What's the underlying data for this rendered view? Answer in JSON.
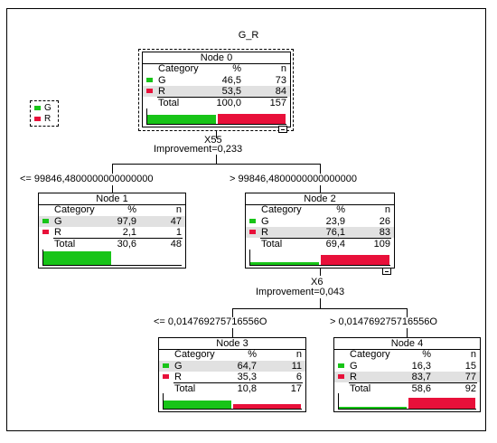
{
  "tree": {
    "title": "G_R",
    "legend": [
      {
        "label": "G",
        "color": "#18c418"
      },
      {
        "label": "R",
        "color": "#e8103a"
      }
    ],
    "colors": {
      "G": "#18c418",
      "R": "#e8103a",
      "highlight": "#e1e1e1"
    },
    "header": {
      "category": "Category",
      "pct": "%",
      "n": "n"
    },
    "total_label": "Total",
    "nodes": [
      {
        "id": "Node 0",
        "rows": [
          {
            "cat": "G",
            "pct": "46,5",
            "n": "73"
          },
          {
            "cat": "R",
            "pct": "53,5",
            "n": "84"
          }
        ],
        "total_pct": "100,0",
        "total_n": "157",
        "bar_g": 0.465,
        "bar_r": 0.535
      },
      {
        "id": "Node 1",
        "rows": [
          {
            "cat": "G",
            "pct": "97,9",
            "n": "47"
          },
          {
            "cat": "R",
            "pct": "2,1",
            "n": "1"
          }
        ],
        "total_pct": "30,6",
        "total_n": "48",
        "bar_g": 0.979,
        "bar_r": 0.021
      },
      {
        "id": "Node 2",
        "rows": [
          {
            "cat": "G",
            "pct": "23,9",
            "n": "26"
          },
          {
            "cat": "R",
            "pct": "76,1",
            "n": "83"
          }
        ],
        "total_pct": "69,4",
        "total_n": "109",
        "bar_g": 0.239,
        "bar_r": 0.761
      },
      {
        "id": "Node 3",
        "rows": [
          {
            "cat": "G",
            "pct": "64,7",
            "n": "11"
          },
          {
            "cat": "R",
            "pct": "35,3",
            "n": "6"
          }
        ],
        "total_pct": "10,8",
        "total_n": "17",
        "bar_g": 0.647,
        "bar_r": 0.353
      },
      {
        "id": "Node 4",
        "rows": [
          {
            "cat": "G",
            "pct": "16,3",
            "n": "15"
          },
          {
            "cat": "R",
            "pct": "83,7",
            "n": "77"
          }
        ],
        "total_pct": "58,6",
        "total_n": "92",
        "bar_g": 0.163,
        "bar_r": 0.837
      }
    ],
    "splits": [
      {
        "variable": "X55",
        "improvement": "Improvement=0,233",
        "left": "<= 99846,4800000000000000",
        "right": "> 99846,4800000000000000"
      },
      {
        "variable": "X6",
        "improvement": "Improvement=0,043",
        "left": "<= 0,014769275716556O",
        "right": "> 0,014769275716556O"
      }
    ]
  }
}
